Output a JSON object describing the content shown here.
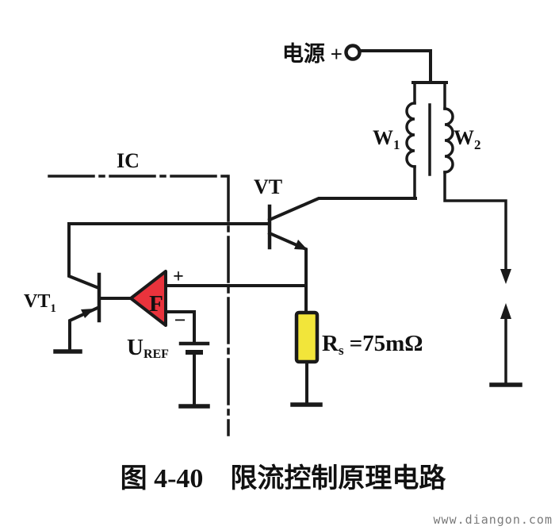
{
  "figure": {
    "power_label": "电源 +",
    "ic_label": "IC",
    "vt_label": "VT",
    "vt1_label": {
      "base": "VT",
      "sub": "1"
    },
    "w1_label": {
      "base": "W",
      "sub": "1"
    },
    "w2_label": {
      "base": "W",
      "sub": "2"
    },
    "amp_label": "F",
    "amp_plus": "+",
    "amp_minus": "−",
    "uref_label": {
      "base": "U",
      "sub": "REF"
    },
    "rs_label": {
      "base": "R",
      "sub": "s",
      "value": "=75mΩ"
    }
  },
  "caption": "图 4-40　限流控制原理电路",
  "watermark": "www.diangon.com",
  "colors": {
    "amplifier_fill": "#e9333c",
    "resistor_fill": "#f2e53a",
    "wire": "#1a1a1a",
    "watermark_gray": "#7a7a7a"
  }
}
